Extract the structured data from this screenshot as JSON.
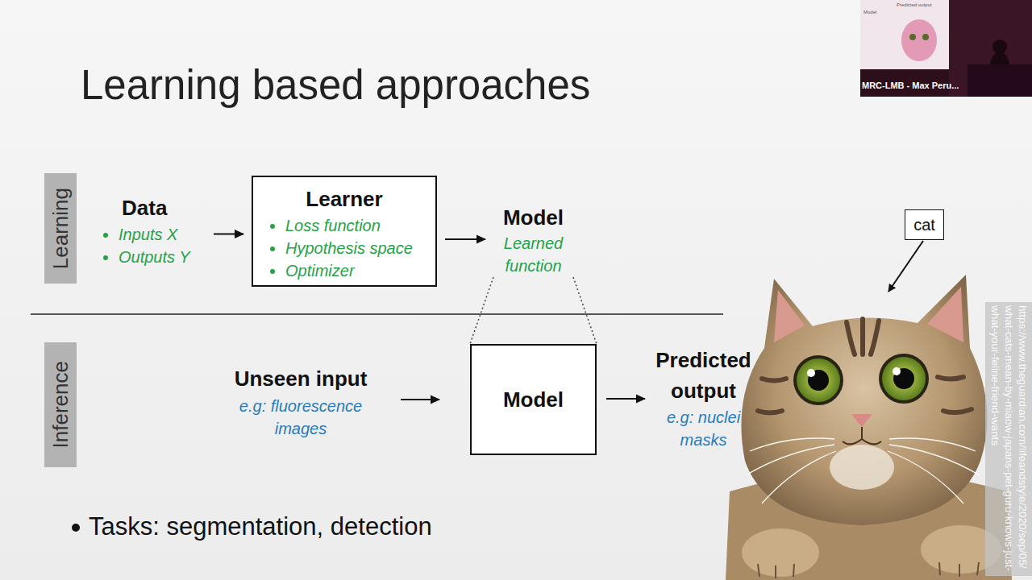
{
  "diagram": {
    "title": "Learning based approaches",
    "nodes": [
      {
        "text": [
          "Learning"
        ]
      },
      {
        "text": [
          "Data",
          "Inputs X",
          "Outputs Y"
        ]
      },
      {
        "text": [
          "Learner",
          "Loss function",
          "Hypothesis space",
          "Optimizer"
        ]
      },
      {
        "text": [
          "Model",
          "Learned function"
        ]
      },
      {
        "text": [
          "Inference"
        ]
      },
      {
        "text": [
          "Unseen input",
          "e.g: fluorescence images"
        ]
      },
      {
        "text": [
          "Model"
        ]
      },
      {
        "text": [
          "Predicted output",
          "e.g: nuclei masks"
        ]
      },
      {
        "text": [
          "cat"
        ]
      }
    ],
    "edges": [
      {
        "from": 1,
        "to": 2,
        "arrow": "to"
      },
      {
        "from": 2,
        "to": 3,
        "arrow": "to"
      },
      {
        "from": 3,
        "to": 6,
        "arrow": "none"
      },
      {
        "from": 5,
        "to": 6,
        "arrow": "to"
      },
      {
        "from": 6,
        "to": 7,
        "arrow": "to"
      }
    ],
    "labels": [
      "Tasks: segmentation, detection",
      "https://www.theguardian.com/lifeandstyle/2020/sep/05/what-cats-mean-by-miaow-japans-pet-guru-knows-just-what-your-feline-friend-wants",
      "MRC-LMB - Max Peru...",
      "Model",
      "Predicted output"
    ]
  }
}
